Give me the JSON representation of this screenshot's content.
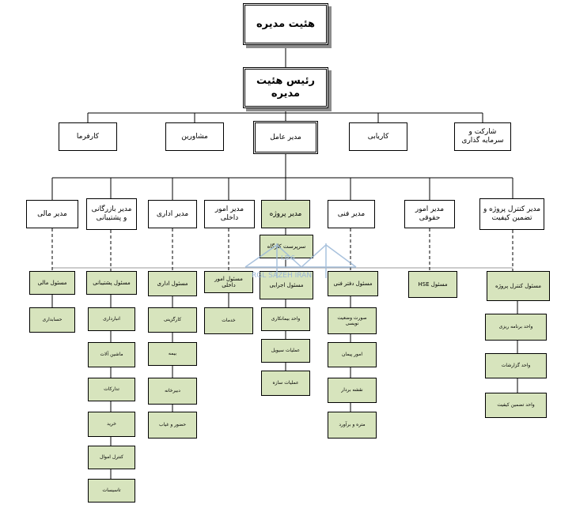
{
  "top": {
    "board": "هئیت مدیره",
    "chairman": "رئیس هئیت مدیره"
  },
  "level2": {
    "partnership": "شارکت و سرمایه گذاری",
    "hr": "کاریابی",
    "ceo": "مدیر عامل",
    "advisors": "مشاورین",
    "employer": "کارفرما"
  },
  "managers": {
    "qc": "مدیر کنترل پروژه و تضمین کیفیت",
    "legal": "مدیر امور حقوقی",
    "technical": "مدیر فنی",
    "project": "مدیر پروژه",
    "internal": "مدیر امور داخلی",
    "admin": "مدیر اداری",
    "commerce": "مدیر بازرگانی و پشتیبانی",
    "finance": "مدیر مالی"
  },
  "site": {
    "supervisor": "سرپرست کارگاه"
  },
  "officers": {
    "finance": "مسئول مالی",
    "support": "مسئول پشتیبانی",
    "admin": "مسئول اداری",
    "internal": "مسئول امور داخلی",
    "executive": "مسئول اجرایی",
    "office": "مسئول دفتر فنی",
    "hse": "مسئول HSE",
    "qc": "مسئول کنترل پروژه"
  },
  "units": {
    "finance": [
      "حسابداری"
    ],
    "support": [
      "انبارداری",
      "ماشین آلات",
      "تدارکات",
      "خرید",
      "کنترل اموال",
      "تاسیسات"
    ],
    "admin": [
      "کارگزینی",
      "بیمه",
      "دبیرخانه",
      "حضور و غیاب"
    ],
    "internal": [
      "خدمات"
    ],
    "executive": [
      "واحد بیمانکاری",
      "عملیات سیویل",
      "عملیات سازه"
    ],
    "office": [
      "صورت وضعیت نویسی",
      "امور پیمان",
      "نقشه بردار",
      "متره و برآورد"
    ],
    "qc": [
      "واحد برنامه ریزی",
      "واحد گزارشات",
      "واحد تضمین کیفیت"
    ]
  },
  "watermark": {
    "line1": "I.B.S",
    "line2": "RGL SAZEH IRAN"
  }
}
